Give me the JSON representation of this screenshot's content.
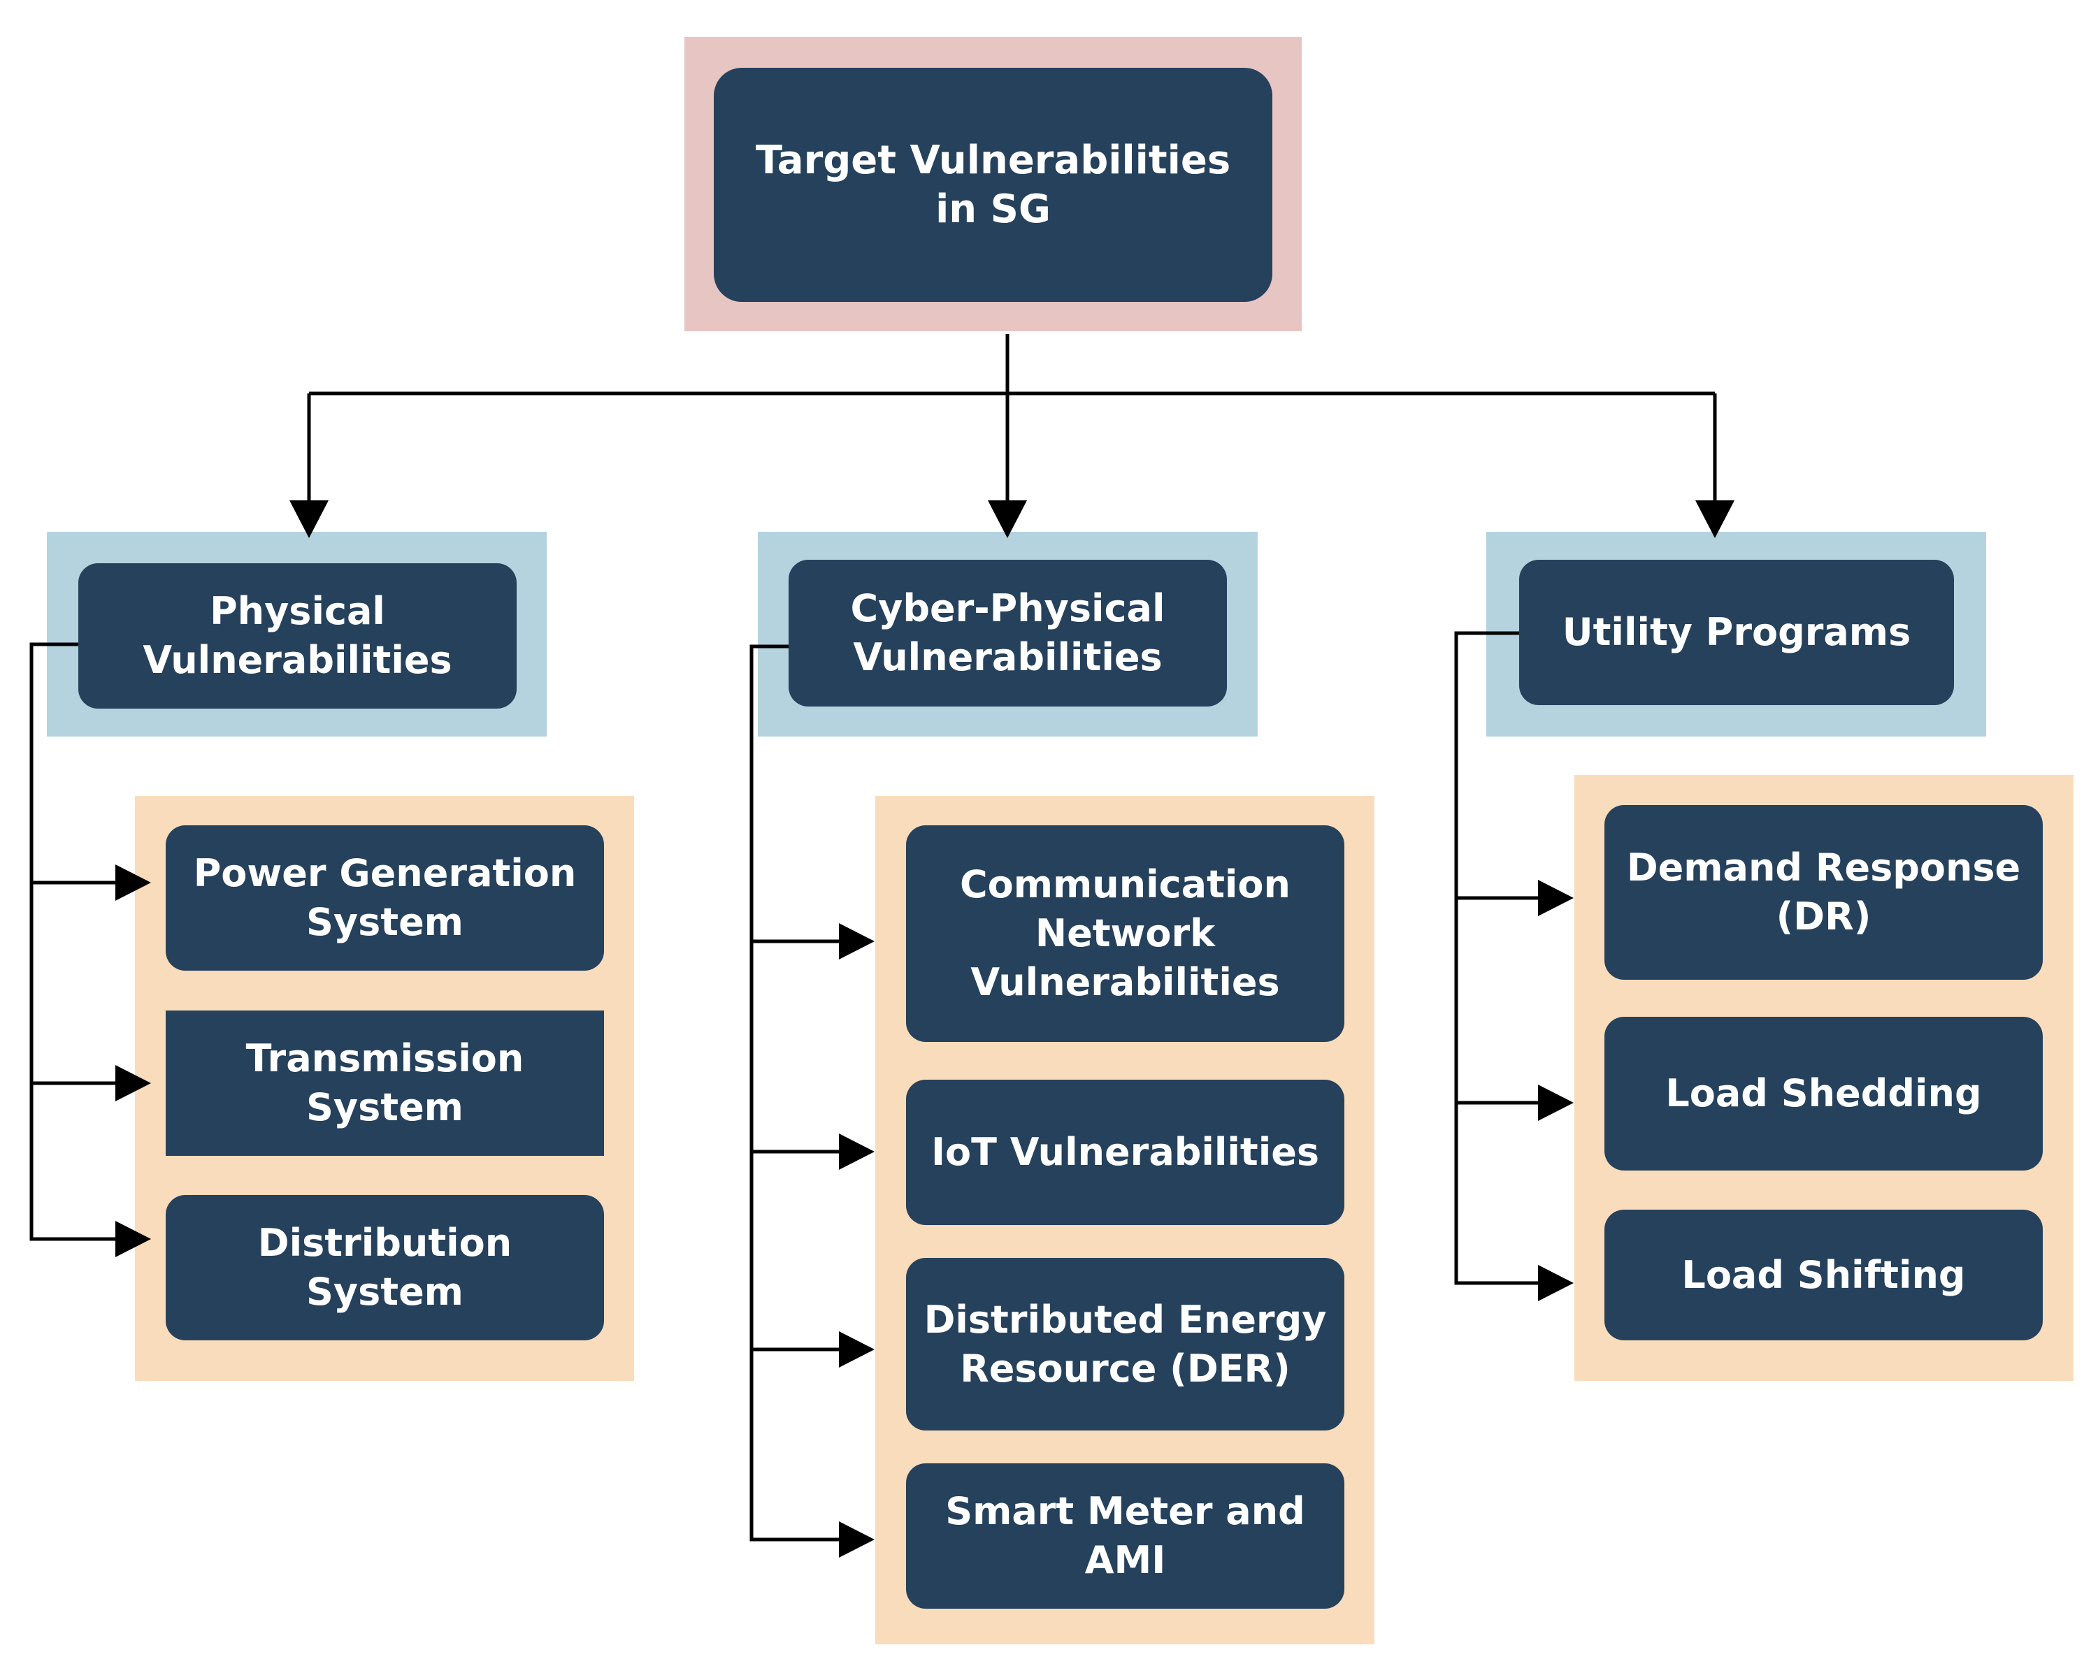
{
  "colors": {
    "node_fill": "#25415c",
    "node_text": "#ffffff",
    "root_frame": "#e7c5c3",
    "category_frame": "#b4d3df",
    "subitem_frame": "#f9dcbb",
    "connector": "#000000"
  },
  "root": {
    "label": "Target Vulnerabilities in SG"
  },
  "categories": [
    {
      "label": "Physical Vulnerabilities",
      "items": [
        "Power Generation System",
        "Transmission System",
        "Distribution System"
      ]
    },
    {
      "label": "Cyber-Physical Vulnerabilities",
      "items": [
        "Communication Network Vulnerabilities",
        "IoT Vulnerabilities",
        "Distributed Energy Resource (DER)",
        "Smart Meter and AMI"
      ]
    },
    {
      "label": "Utility Programs",
      "items": [
        "Demand Response (DR)",
        "Load Shedding",
        "Load Shifting"
      ]
    }
  ]
}
